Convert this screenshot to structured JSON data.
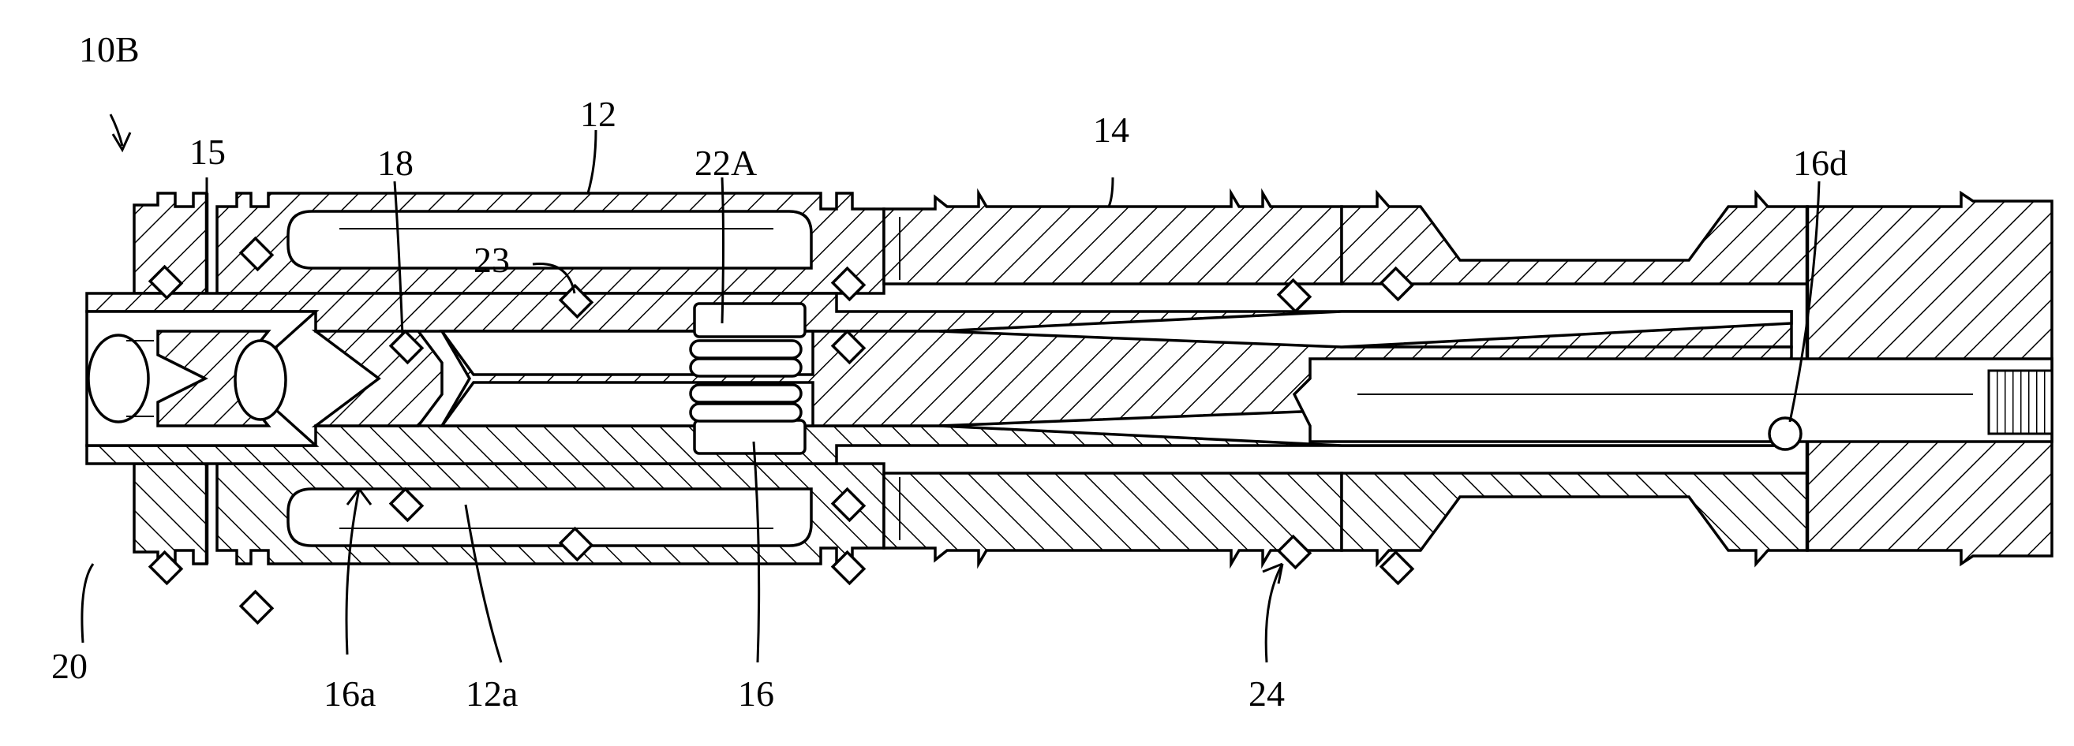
{
  "figure": {
    "assembly_label": "10B",
    "labels": {
      "l15": "15",
      "l18": "18",
      "l12": "12",
      "l22A": "22A",
      "l14": "14",
      "l16d": "16d",
      "l23": "23",
      "l20": "20",
      "l16a": "16a",
      "l12a": "12a",
      "l16": "16",
      "l24": "24"
    }
  }
}
